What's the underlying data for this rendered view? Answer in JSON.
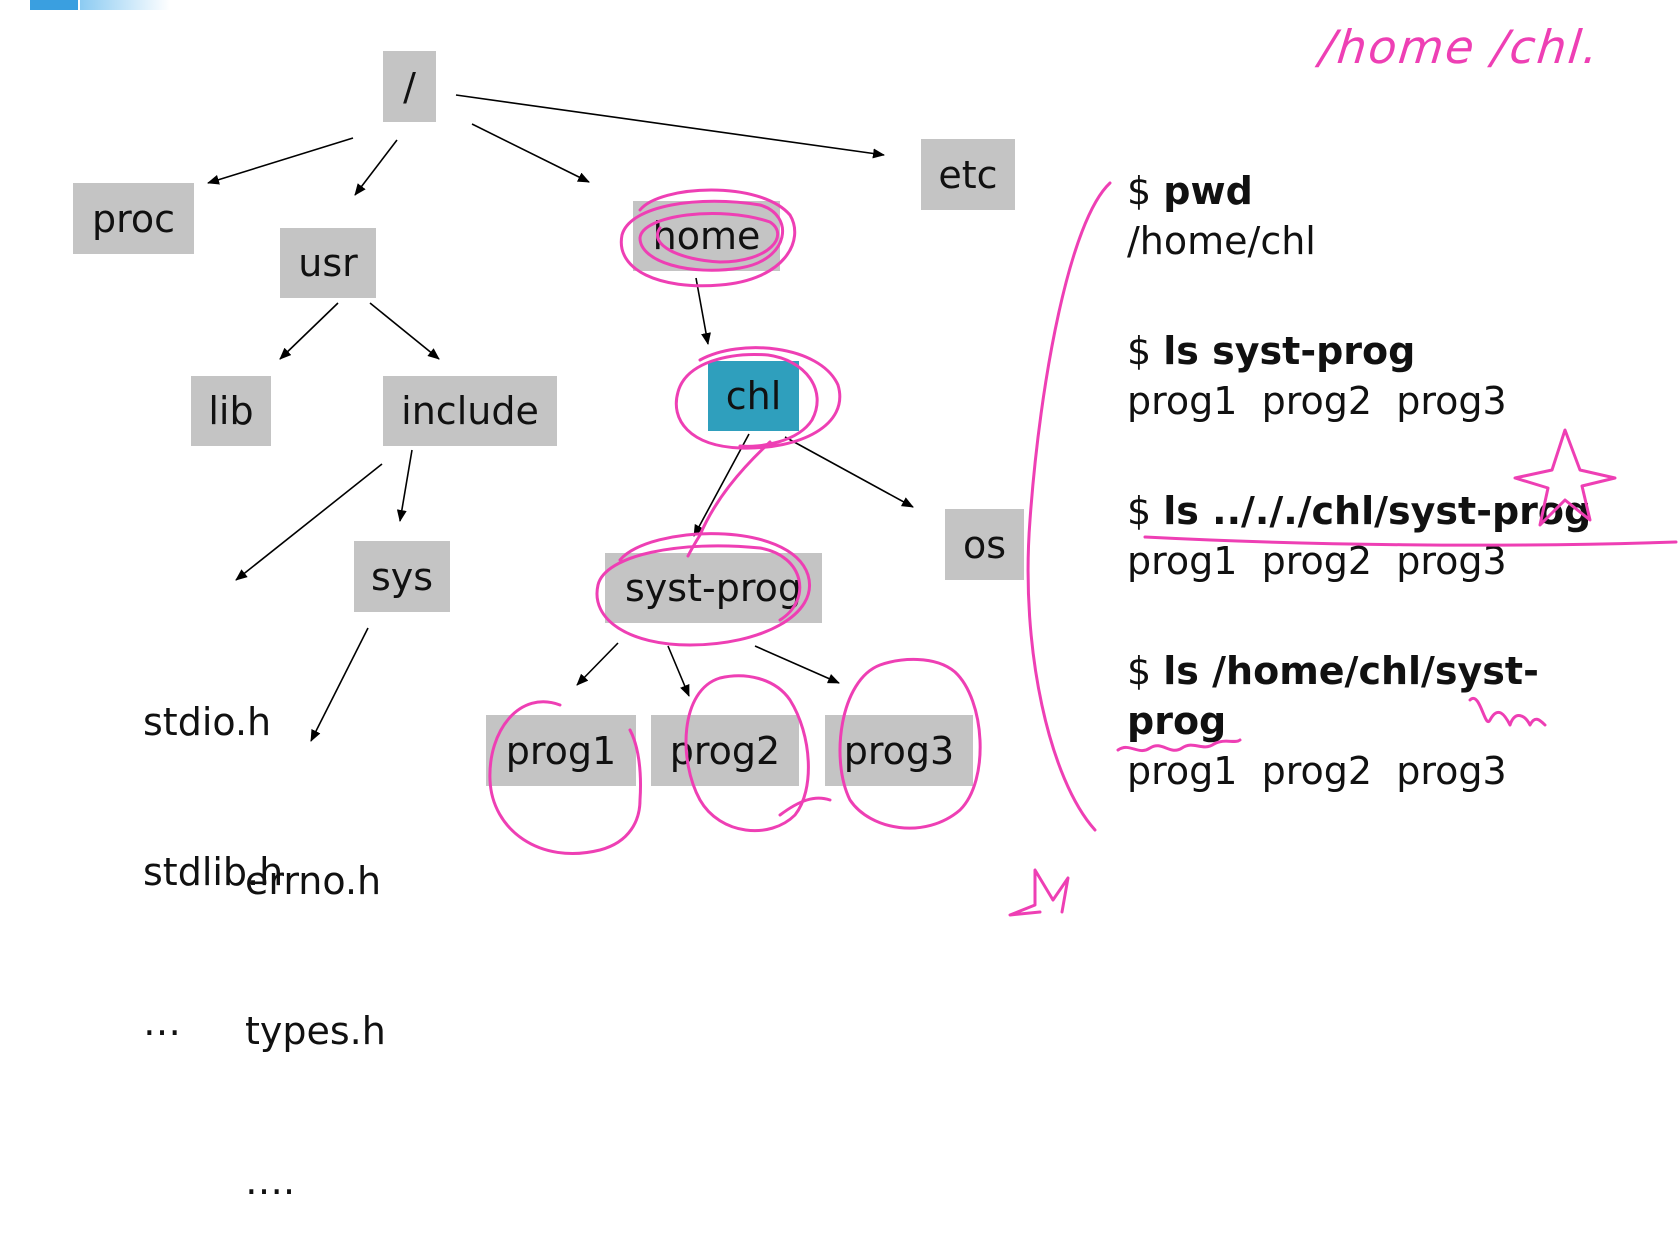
{
  "tree": {
    "root": "/",
    "proc": "proc",
    "usr": "usr",
    "home": "home",
    "etc": "etc",
    "lib": "lib",
    "include": "include",
    "chl": "chl",
    "os": "os",
    "sys": "sys",
    "syst_prog": "syst-prog",
    "prog1": "prog1",
    "prog2": "prog2",
    "prog3": "prog3",
    "include_files": [
      "stdio.h",
      "stdlib.h",
      "…"
    ],
    "sys_files": [
      "errno.h",
      "types.h",
      "…."
    ]
  },
  "commands": [
    {
      "prompt": "$",
      "command": "pwd",
      "output": "/home/chl"
    },
    {
      "prompt": "$",
      "command": "ls syst-prog",
      "output": "prog1  prog2  prog3"
    },
    {
      "prompt": "$",
      "command": "ls ../././chl/syst-prog",
      "output": "prog1  prog2  prog3"
    },
    {
      "prompt": "$",
      "command_line1": "ls /home/chl/syst-",
      "command_line2": "prog",
      "output": "prog1  prog2  prog3"
    }
  ],
  "annotations": {
    "handwriting": "/home /chl."
  },
  "colors": {
    "node_bg": "#c4c4c4",
    "current_dir": "#2f9fbd",
    "ink": "#ee3fb4",
    "accent": "#3a9fe0"
  }
}
